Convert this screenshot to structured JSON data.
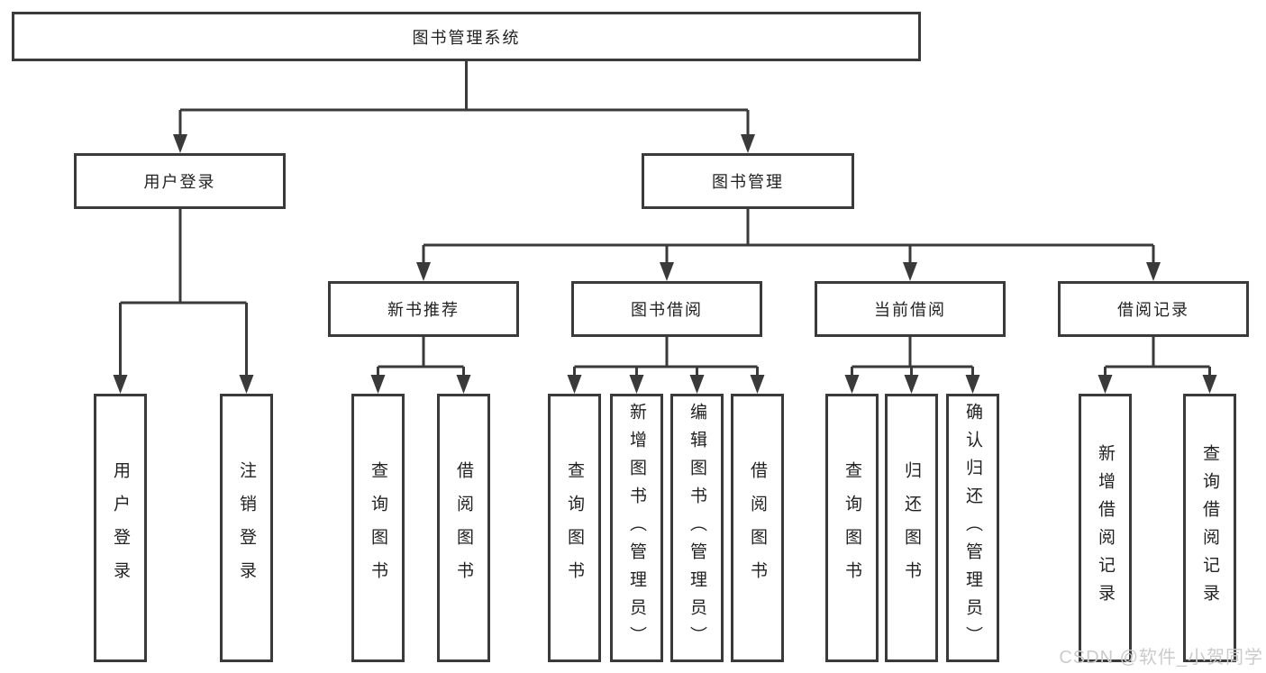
{
  "tree": {
    "label": "图书管理系统",
    "children": [
      {
        "label": "用户登录",
        "children": [
          {
            "label": "用户登录"
          },
          {
            "label": "注销登录"
          }
        ]
      },
      {
        "label": "图书管理",
        "children": [
          {
            "label": "新书推荐",
            "children": [
              {
                "label": "查询图书"
              },
              {
                "label": "借阅图书"
              }
            ]
          },
          {
            "label": "图书借阅",
            "children": [
              {
                "label": "查询图书"
              },
              {
                "label": "新增图书（管理员）"
              },
              {
                "label": "编辑图书（管理员）"
              },
              {
                "label": "借阅图书"
              }
            ]
          },
          {
            "label": "当前借阅",
            "children": [
              {
                "label": "查询图书"
              },
              {
                "label": "归还图书"
              },
              {
                "label": "确认归还（管理员）"
              }
            ]
          },
          {
            "label": "借阅记录",
            "children": [
              {
                "label": "新增借阅记录"
              },
              {
                "label": "查询借阅记录"
              }
            ]
          }
        ]
      }
    ]
  },
  "watermark": {
    "text": "CSDN @软件_小贺同学"
  },
  "colors": {
    "line": "#3a3a3a",
    "text": "#222222",
    "box_background": "#ffffff",
    "watermark": "#cbcbcb",
    "background": "#ffffff"
  }
}
